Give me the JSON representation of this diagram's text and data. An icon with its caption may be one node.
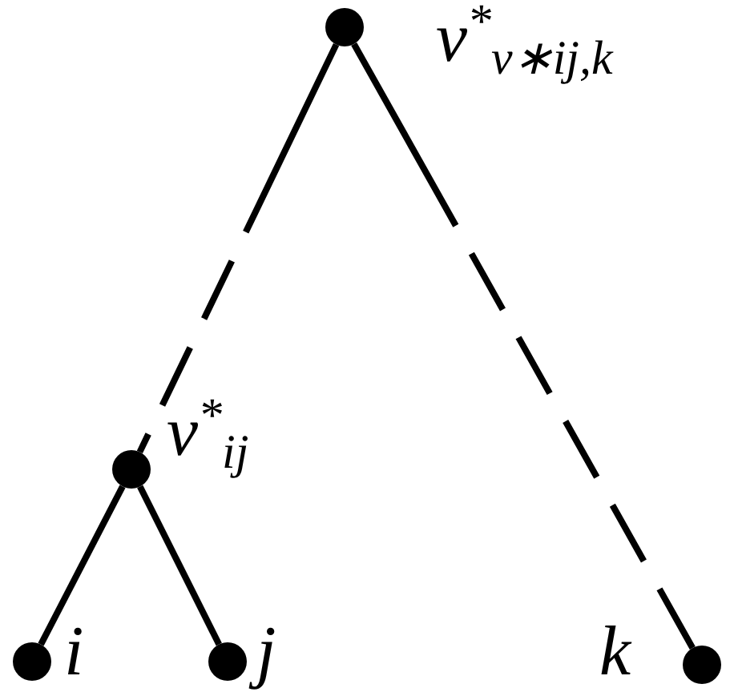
{
  "diagram": {
    "nodes": [
      {
        "text": [],
        "shape": "circle",
        "beside": [
          "v$^{*}$$_{v∗ij,k}$"
        ]
      },
      {
        "text": [],
        "shape": "circle",
        "beside": [
          "v$^{*}$$_{ij}$"
        ]
      },
      {
        "text": [],
        "shape": "circle",
        "beside": [
          "i"
        ]
      },
      {
        "text": [],
        "shape": "circle",
        "beside": [
          "j"
        ]
      },
      {
        "text": [],
        "shape": "circle",
        "beside": [
          "k"
        ]
      }
    ],
    "edges": [
      {
        "from": 0,
        "to": 1,
        "arrow": "none",
        "style": "dashed"
      },
      {
        "from": 0,
        "to": 4,
        "arrow": "none",
        "style": "dashed"
      },
      {
        "from": 1,
        "to": 2,
        "arrow": "none"
      },
      {
        "from": 1,
        "to": 3,
        "arrow": "none"
      }
    ]
  }
}
